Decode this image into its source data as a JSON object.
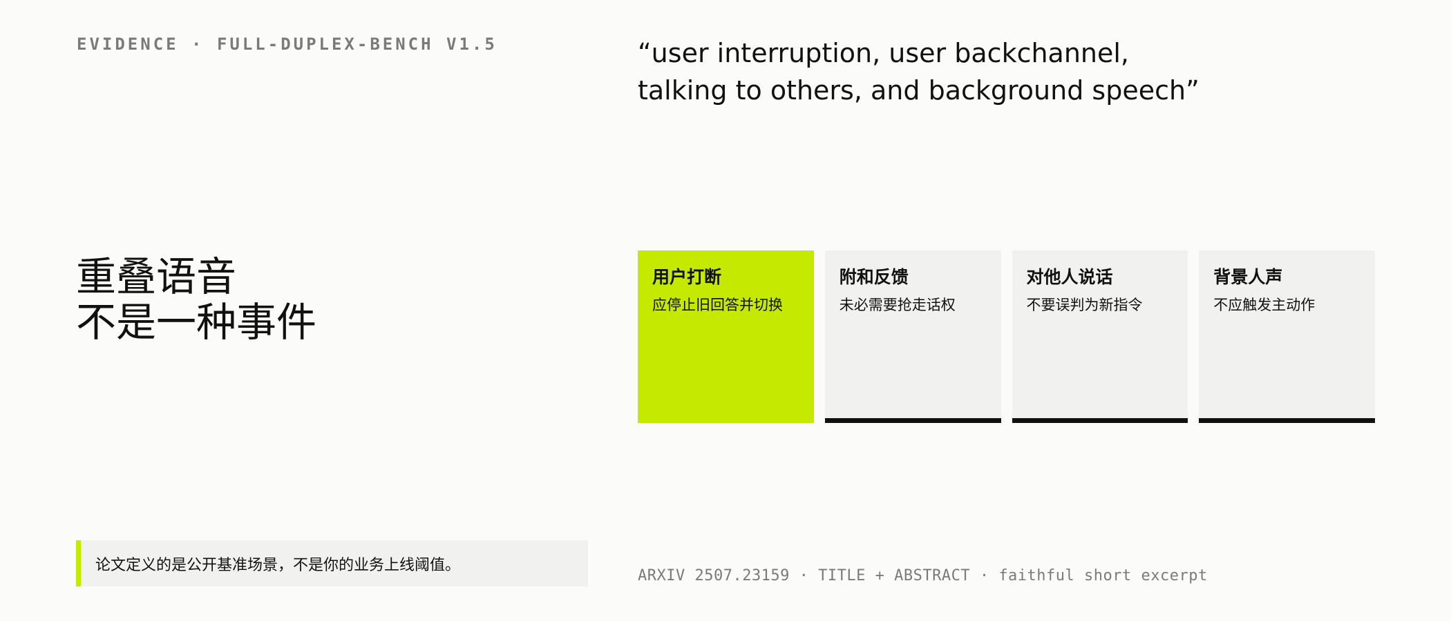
{
  "eyebrow": "EVIDENCE · FULL-DUPLEX-BENCH V1.5",
  "quote": {
    "line1": "“user interruption, user backchannel,",
    "line2": "talking to others, and background speech”"
  },
  "headline": {
    "line1": "重叠语音",
    "line2": "不是一种事件"
  },
  "cards": [
    {
      "title": "用户打断",
      "desc": "应停止旧回答并切换"
    },
    {
      "title": "附和反馈",
      "desc": "未必需要抢走话权"
    },
    {
      "title": "对他人说话",
      "desc": "不要误判为新指令"
    },
    {
      "title": "背景人声",
      "desc": "不应触发主动作"
    }
  ],
  "active_card": 0,
  "note": "论文定义的是公开基准场景，不是你的业务上线阈值。",
  "source": "ARXIV 2507.23159 · TITLE + ABSTRACT · faithful short excerpt",
  "colors": {
    "accent": "#c5ea00",
    "background": "#fbfbf9",
    "card": "#f1f1f0",
    "text": "#111111",
    "muted": "#7a7a7a"
  }
}
